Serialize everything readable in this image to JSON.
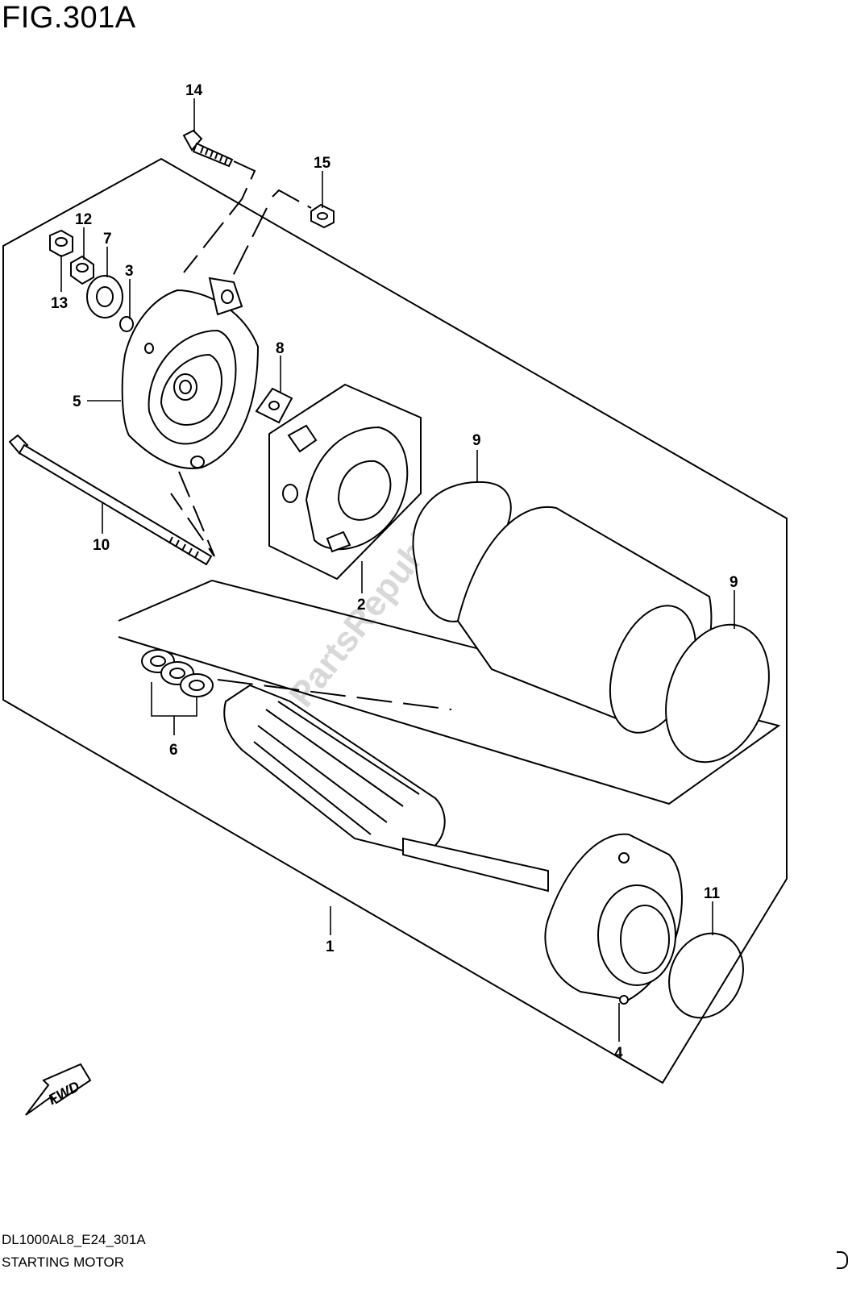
{
  "figure": {
    "title": "FIG.301A",
    "code": "DL1000AL8_E24_301A",
    "name": "STARTING MOTOR"
  },
  "watermark": "PartsRepublik",
  "fwd_label": "FWD",
  "callouts": {
    "c1": "1",
    "c2": "2",
    "c3": "3",
    "c4": "4",
    "c5": "5",
    "c6": "6",
    "c7": "7",
    "c8": "8",
    "c9a": "9",
    "c9b": "9",
    "c10": "10",
    "c11": "11",
    "c12": "12",
    "c13": "13",
    "c14": "14",
    "c15": "15"
  },
  "colors": {
    "line": "#000000",
    "background": "#ffffff",
    "watermark": "#d8d8d8"
  }
}
